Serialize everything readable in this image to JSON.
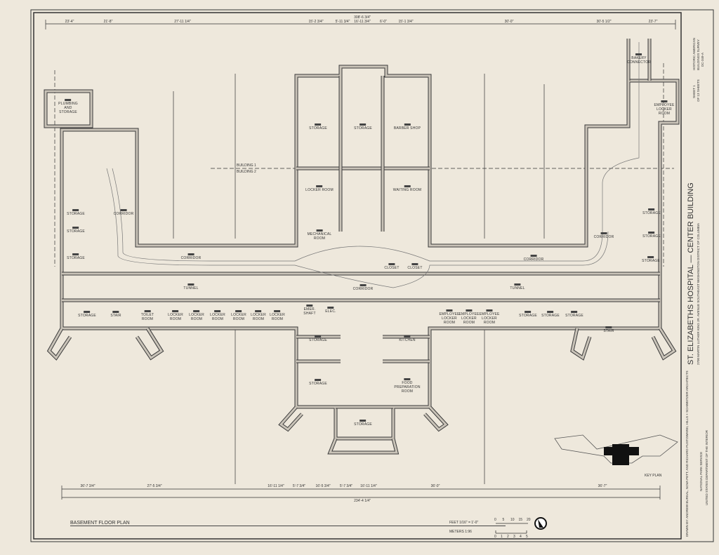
{
  "drawing": {
    "title": "BASEMENT FLOOR PLAN",
    "scale_feet": "FEET 1/16\" = 1'-0\"",
    "scale_feet_ticks": [
      "0",
      "5",
      "10",
      "15",
      "20"
    ],
    "scale_meters": "METERS  1:96",
    "scale_meter_ticks": [
      "0",
      "1",
      "2",
      "3",
      "4",
      "5"
    ],
    "key_plan_label": "KEY PLAN",
    "building_line_1": "BUILDING 1",
    "building_line_2": "BUILDING 2"
  },
  "title_block": {
    "building": "ST. ELIZABETHS HOSPITAL  —  CENTER BUILDING",
    "address": "2700 MARTIN LUTHER KING JR. AVENUE SOUTHEAST     WASHINGTON     DISTRICT OF COLUMBIA",
    "drawn_by": "DRAWN BY: ANDREW BURKAL, NOVA PETT, AND RICHARD PUSTOWAREI, HILLS + SCHWEITZER ARCHITECTS",
    "agency_1": "NATIONAL PARK SERVICE",
    "agency_2": "UNITED STATES DEPARTMENT OF THE INTERIOR",
    "survey_1": "HISTORIC AMERICAN",
    "survey_2": "BUILDINGS SURVEY",
    "survey_3": "DC-349-A",
    "sheet_1": "SHEET 1",
    "sheet_2": "OF 13 SHEETS"
  },
  "dimensions": {
    "top_overall": "308'-6 3/4\"",
    "top": [
      "23'-4\"",
      "21'-8\"",
      "27'-11 1/4\"",
      "15'-2 3/4\"",
      "5'-11 3/4\"",
      "16'-11 3/4\"",
      "6'-0\"",
      "15'-1 3/4\"",
      "30'-0\"",
      "30'-5 1/2\"",
      "23'-7\""
    ],
    "bottom_overall": "234'-4 1/4\"",
    "bottom": [
      "36'-7 3/4\"",
      "27'-5 3/4\"",
      "16'-11 1/4\"",
      "5'-7 3/4\"",
      "16'-5 3/4\"",
      "5'-7 3/4\"",
      "16'-11 1/4\"",
      "36'-0\"",
      "36'-7\""
    ]
  },
  "rooms": [
    "PLUMBING\nAND\nSTORAGE",
    "STORAGE",
    "STORAGE",
    "STORAGE",
    "CORRIDOR",
    "CORRIDOR",
    "TUNNEL",
    "STORAGE",
    "STAIR",
    "TOILET\nROOM",
    "LOCKER\nROOM",
    "LOCKER\nROOM",
    "LOCKER\nROOM",
    "LOCKER\nROOM",
    "LOCKER\nROOM",
    "LOCKER\nROOM",
    "STORAGE",
    "STORAGE",
    "BARBER SHOP",
    "LOCKER ROOM",
    "WAITING ROOM",
    "MECHANICAL\nROOM",
    "CLOSET",
    "CLOSET",
    "CORRIDOR",
    "EMER.\nSHAFT",
    "ELEC.",
    "STORAGE",
    "KITCHEN",
    "STORAGE",
    "FOOD\nPREPARATION\nROOM",
    "STORAGE",
    "CORRIDOR",
    "TUNNEL",
    "EMPLOYEE\nLOCKER\nROOM",
    "EMPLOYEE\nLOCKER\nROOM",
    "EMPLOYEE\nLOCKER\nROOM",
    "STORAGE",
    "STORAGE",
    "STORAGE",
    "STAIR",
    "STORAGE",
    "STORAGE",
    "STORAGE",
    "CORRIDOR",
    "BAKERY\nCONNECTOR",
    "EMPLOYEE\nLOCKER\nROOM"
  ],
  "colors": {
    "paper": "#eee8dc",
    "line": "#3a3a3a",
    "wall_fill": "#c9c3b8"
  }
}
